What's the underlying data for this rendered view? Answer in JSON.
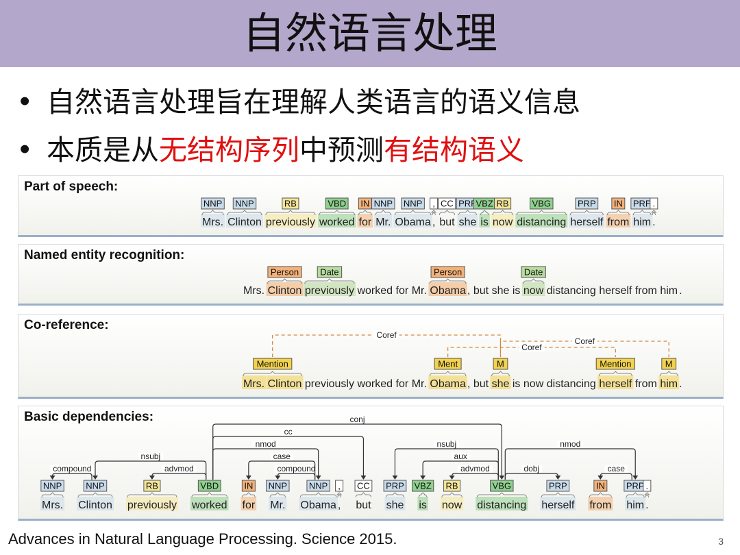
{
  "slide": {
    "title": "自然语言处理",
    "bullets": [
      {
        "bullet": "•",
        "text": "自然语言处理旨在理解人类语言的语义信息"
      },
      {
        "bullet": "•",
        "segments": [
          {
            "text": "本质是从",
            "emphasis": false
          },
          {
            "text": "无结构序列",
            "emphasis": true
          },
          {
            "text": "中预测",
            "emphasis": false
          },
          {
            "text": "有结构语义",
            "emphasis": true
          }
        ]
      }
    ],
    "footer": "Advances in Natural Language Processing. Science 2015.",
    "page_number": "3"
  },
  "colors": {
    "title_bg": "#b4a7cc",
    "emphasis": "#e01010",
    "pos_blue": "#c9dbea",
    "pos_green": "#8fd08f",
    "pos_orange": "#f3b27a",
    "pos_yellow": "#f5e69a",
    "entity_person": "#f3b27a",
    "entity_date": "#b8dba0",
    "mention": "#f3d24e"
  },
  "figure": {
    "pos": {
      "title": "Part of speech:",
      "tokens": [
        {
          "word": "Mrs.",
          "tag": "NNP",
          "color": "blue"
        },
        {
          "word": "Clinton",
          "tag": "NNP",
          "color": "blue"
        },
        {
          "word": "previously",
          "tag": "RB",
          "color": "yellow"
        },
        {
          "word": "worked",
          "tag": "VBD",
          "color": "green"
        },
        {
          "word": "for",
          "tag": "IN",
          "color": "orange"
        },
        {
          "word": "Mr.",
          "tag": "NNP",
          "color": "blue"
        },
        {
          "word": "Obama",
          "tag": "NNP",
          "color": "blue"
        },
        {
          "word": ",",
          "tag": ",",
          "color": "white"
        },
        {
          "word": "but",
          "tag": "CC",
          "color": "white"
        },
        {
          "word": "she",
          "tag": "PRP",
          "color": "blue"
        },
        {
          "word": "is",
          "tag": "VBZ",
          "color": "green"
        },
        {
          "word": "now",
          "tag": "RB",
          "color": "yellow"
        },
        {
          "word": "distancing",
          "tag": "VBG",
          "color": "green"
        },
        {
          "word": "herself",
          "tag": "PRP",
          "color": "blue"
        },
        {
          "word": "from",
          "tag": "IN",
          "color": "orange"
        },
        {
          "word": "him",
          "tag": "PRP",
          "color": "blue"
        },
        {
          "word": ".",
          "tag": ".",
          "color": "white"
        }
      ]
    },
    "ner": {
      "title": "Named entity recognition:",
      "sentence": [
        "Mrs.",
        "Clinton",
        "previously",
        "worked",
        "for",
        "Mr.",
        "Obama",
        ",",
        "but",
        "she",
        "is",
        "now",
        "distancing",
        "herself",
        "from",
        "him",
        "."
      ],
      "entities": [
        {
          "label": "Person",
          "start": 1,
          "end": 1,
          "type": "person"
        },
        {
          "label": "Date",
          "start": 2,
          "end": 2,
          "type": "date"
        },
        {
          "label": "Person",
          "start": 6,
          "end": 6,
          "type": "person"
        },
        {
          "label": "Date",
          "start": 11,
          "end": 11,
          "type": "date"
        }
      ]
    },
    "coref": {
      "title": "Co-reference:",
      "sentence": [
        "Mrs.",
        "Clinton",
        "previously",
        "worked",
        "for",
        "Mr.",
        "Obama",
        ",",
        "but",
        "she",
        "is",
        "now",
        "distancing",
        "herself",
        "from",
        "him",
        "."
      ],
      "mentions": [
        {
          "label": "Mention",
          "start": 0,
          "end": 1
        },
        {
          "label": "Ment",
          "start": 6,
          "end": 6
        },
        {
          "label": "M",
          "start": 9,
          "end": 9
        },
        {
          "label": "Mention",
          "start": 13,
          "end": 13
        },
        {
          "label": "M",
          "start": 15,
          "end": 15
        }
      ],
      "links": [
        {
          "label": "Coref",
          "from": 0,
          "to": 2,
          "level": 2
        },
        {
          "label": "Coref",
          "from": 2,
          "to": 4,
          "level": 1
        },
        {
          "label": "Coref",
          "from": 1,
          "to": 3,
          "level": 0
        }
      ]
    },
    "deps": {
      "title": "Basic dependencies:",
      "tokens": [
        {
          "word": "Mrs.",
          "tag": "NNP",
          "color": "blue"
        },
        {
          "word": "Clinton",
          "tag": "NNP",
          "color": "blue"
        },
        {
          "word": "previously",
          "tag": "RB",
          "color": "yellow"
        },
        {
          "word": "worked",
          "tag": "VBD",
          "color": "green"
        },
        {
          "word": "for",
          "tag": "IN",
          "color": "orange"
        },
        {
          "word": "Mr.",
          "tag": "NNP",
          "color": "blue"
        },
        {
          "word": "Obama",
          "tag": "NNP",
          "color": "blue"
        },
        {
          "word": ",",
          "tag": ",",
          "color": "white"
        },
        {
          "word": "but",
          "tag": "CC",
          "color": "white"
        },
        {
          "word": "she",
          "tag": "PRP",
          "color": "blue"
        },
        {
          "word": "is",
          "tag": "VBZ",
          "color": "green"
        },
        {
          "word": "now",
          "tag": "RB",
          "color": "yellow"
        },
        {
          "word": "distancing",
          "tag": "VBG",
          "color": "green"
        },
        {
          "word": "herself",
          "tag": "PRP",
          "color": "blue"
        },
        {
          "word": "from",
          "tag": "IN",
          "color": "orange"
        },
        {
          "word": "him",
          "tag": "PRP",
          "color": "blue"
        },
        {
          "word": ".",
          "tag": ".",
          "color": "white"
        }
      ],
      "arcs": [
        {
          "label": "compound",
          "head": 1,
          "dep": 0,
          "level": 0
        },
        {
          "label": "nsubj",
          "head": 3,
          "dep": 1,
          "level": 1
        },
        {
          "label": "advmod",
          "head": 3,
          "dep": 2,
          "level": 0
        },
        {
          "label": "compound",
          "head": 6,
          "dep": 5,
          "level": 0
        },
        {
          "label": "case",
          "head": 6,
          "dep": 4,
          "level": 1
        },
        {
          "label": "nmod",
          "head": 3,
          "dep": 6,
          "level": 2
        },
        {
          "label": "cc",
          "head": 3,
          "dep": 8,
          "level": 3
        },
        {
          "label": "conj",
          "head": 3,
          "dep": 12,
          "level": 4
        },
        {
          "label": "advmod",
          "head": 12,
          "dep": 11,
          "level": 0
        },
        {
          "label": "aux",
          "head": 12,
          "dep": 10,
          "level": 1
        },
        {
          "label": "nsubj",
          "head": 12,
          "dep": 9,
          "level": 2
        },
        {
          "label": "dobj",
          "head": 12,
          "dep": 13,
          "level": 0
        },
        {
          "label": "case",
          "head": 15,
          "dep": 14,
          "level": 0
        },
        {
          "label": "nmod",
          "head": 12,
          "dep": 15,
          "level": 2
        }
      ]
    }
  }
}
